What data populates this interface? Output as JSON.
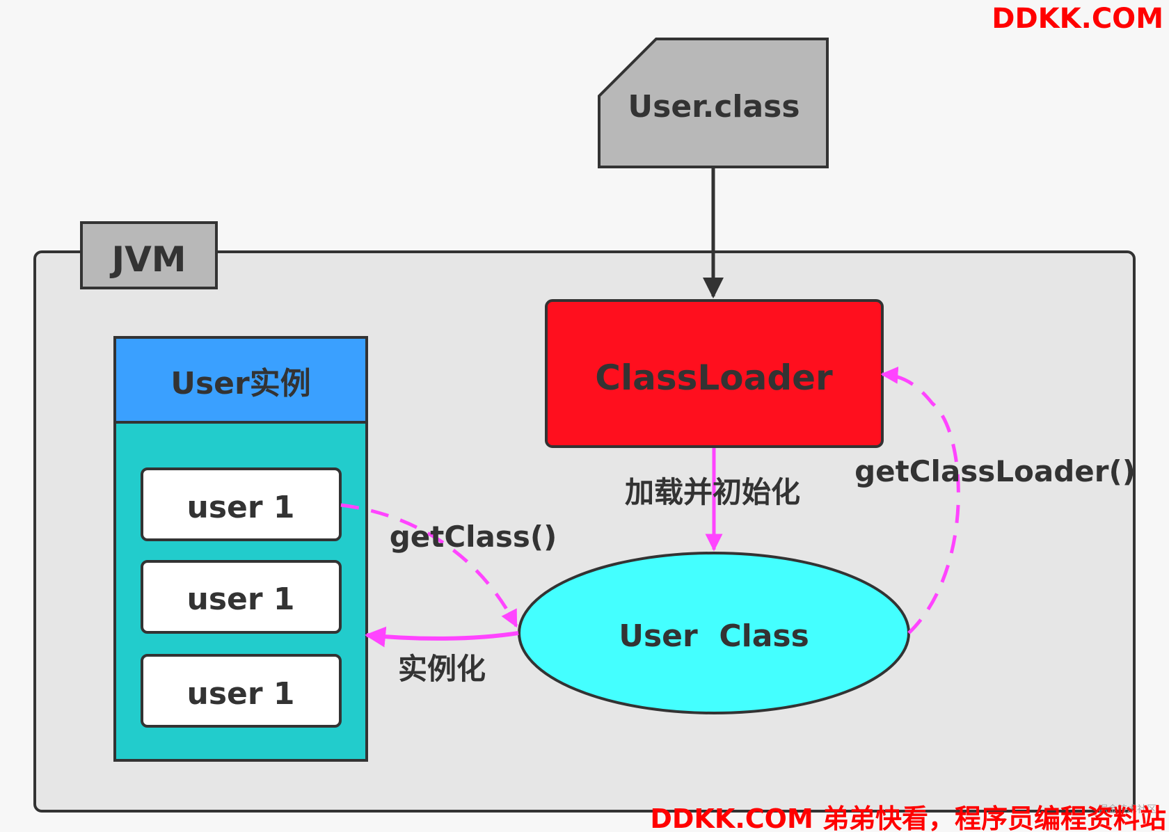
{
  "watermark": {
    "top": "DDKK.COM",
    "bottom": "DDKK.COM 弟弟快看，程序员编程资料站",
    "faint": "掘金技术社区",
    "color": "#ff0000"
  },
  "nodes": {
    "user_class_file": "User.class",
    "jvm": "JVM",
    "classloader": "ClassLoader",
    "instances_header": "User实例",
    "instances": [
      "user 1",
      "user 1",
      "user 1"
    ],
    "user_class": "User  Class"
  },
  "edges": {
    "load_init": "加载并初始化",
    "get_class": "getClass()",
    "get_classloader": "getClassLoader()",
    "instantiate": "实例化"
  },
  "colors": {
    "classloader_fill": "#ff0f1e",
    "instances_header_fill": "#3aa0ff",
    "instances_body_fill": "#22cccc",
    "user_class_fill": "#44ffff",
    "file_fill": "#b8b8b8",
    "jvm_fill": "#e6e6e6",
    "arrow_magenta": "#ff44ff"
  }
}
